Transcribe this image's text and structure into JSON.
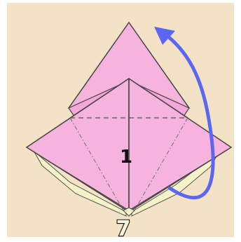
{
  "diagram": {
    "type": "origami-fold-instruction",
    "step_number": "7",
    "fold_marker": "1",
    "colors": {
      "background": "#f3e2c6",
      "paper_front": "#f5b3de",
      "paper_back": "#f7f3c9",
      "outline": "#444444",
      "arrow": "#5b67f2"
    },
    "icons": [
      "curved-fold-arrow-icon",
      "valley-fold-line",
      "mountain-fold-line"
    ]
  }
}
